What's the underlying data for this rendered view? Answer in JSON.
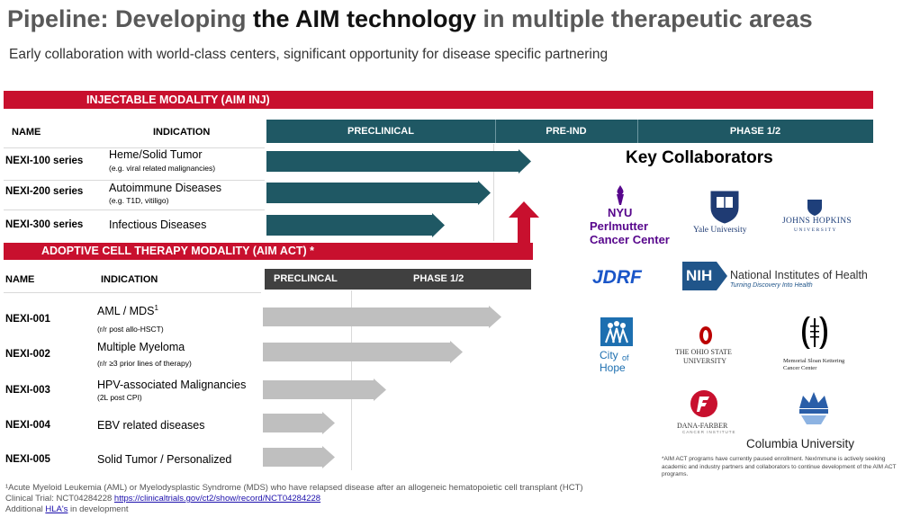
{
  "header": {
    "title_prefix": "Pipeline: Developing ",
    "title_bold": "the AIM technology",
    "title_suffix": " in multiple therapeutic areas",
    "subtitle": "Early collaboration with world-class centers, significant opportunity for disease specific partnering"
  },
  "inj": {
    "band_label": "INJECTABLE MODALITY (AIM INJ)",
    "col_name": "NAME",
    "col_indication": "INDICATION",
    "phases": [
      "PRECLINICAL",
      "PRE-IND",
      "PHASE 1/2"
    ],
    "rows": [
      {
        "name": "NEXI-100 series",
        "indication": "Heme/Solid Tumor",
        "detail": "(e.g. viral related malignancies)",
        "progress": 0.98
      },
      {
        "name": "NEXI-200 series",
        "indication": "Autoimmune Diseases",
        "detail": "(e.g. T1D, vitiligo)",
        "progress": 0.83
      },
      {
        "name": "NEXI-300 series",
        "indication": "Infectious Diseases",
        "detail": "",
        "progress": 0.66
      }
    ]
  },
  "act": {
    "band_label": "ADOPTIVE CELL THERAPY MODALITY (AIM ACT) *",
    "col_name": "NAME",
    "col_indication": "INDICATION",
    "phases": [
      "PRECLINCAL",
      "PHASE 1/2"
    ],
    "rows": [
      {
        "name": "NEXI-001",
        "indication": "AML / MDS",
        "sup": "1",
        "detail": "(r/r post allo-HSCT)",
        "progress": 0.99
      },
      {
        "name": "NEXI-002",
        "indication": "Multiple Myeloma",
        "sup": "",
        "detail": "(r/r ≥3 prior lines of therapy)",
        "progress": 0.83
      },
      {
        "name": "NEXI-003",
        "indication": "HPV-associated Malignancies",
        "sup": "",
        "detail": "(2L post CPI)",
        "progress": 0.51
      },
      {
        "name": "NEXI-004",
        "indication": "EBV related diseases",
        "sup": "",
        "detail": "",
        "progress": 0.3
      },
      {
        "name": "NEXI-005",
        "indication": "Solid Tumor / Personalized",
        "sup": "",
        "detail": "",
        "progress": 0.3
      }
    ]
  },
  "collaborators": {
    "heading": "Key Collaborators",
    "nyu": {
      "line1": "NYU",
      "line2": "Perlmutter",
      "line3": "Cancer Center"
    },
    "yale": "Yale University",
    "hopkins": {
      "line1": "JOHNS HOPKINS",
      "line2": "UNIVERSITY"
    },
    "jdrf": "JDRF",
    "nih": {
      "abbr": "NIH",
      "name": "National Institutes of Health",
      "tagline": "Turning Discovery Into Health"
    },
    "coh": {
      "line1": "City",
      "line2": "of",
      "line3": "Hope"
    },
    "osu": {
      "line1": "THE OHIO STATE",
      "line2": "UNIVERSITY"
    },
    "msk": {
      "line1": "Memorial Sloan Kettering",
      "line2": "Cancer Center"
    },
    "dfci": {
      "line1": "DANA-FARBER",
      "line2": "CANCER INSTITUTE"
    },
    "columbia": "Columbia University",
    "colors": {
      "nyu": "#57068c",
      "jdrf": "#1a56c8",
      "nih": "#20558a",
      "coh": "#1d6fb0",
      "osu": "#bb0000",
      "dfci": "#c8102e",
      "columbia": "#2a5ea8"
    }
  },
  "note": "*AIM ACT programs have currently paused enrollment. NexImmune is actively seeking academic and industry partners and collaborators to continue development of the AIM ACT programs.",
  "footnotes": {
    "line1": "¹Acute Myeloid Leukemia (AML) or Myelodysplastic Syndrome (MDS) who have relapsed disease after an allogeneic hematopoietic cell transplant (HCT)",
    "line2_prefix": "Clinical Trial: NCT04284228 ",
    "line2_link": "https://clinicaltrials.gov/ct2/show/record/NCT04284228",
    "line3_prefix": "Additional ",
    "line3_link": "HLA's",
    "line3_suffix": " in development"
  },
  "colors": {
    "red": "#c8102e",
    "teal": "#1f5864",
    "dark": "#404040",
    "grey": "#bfbfbf"
  }
}
